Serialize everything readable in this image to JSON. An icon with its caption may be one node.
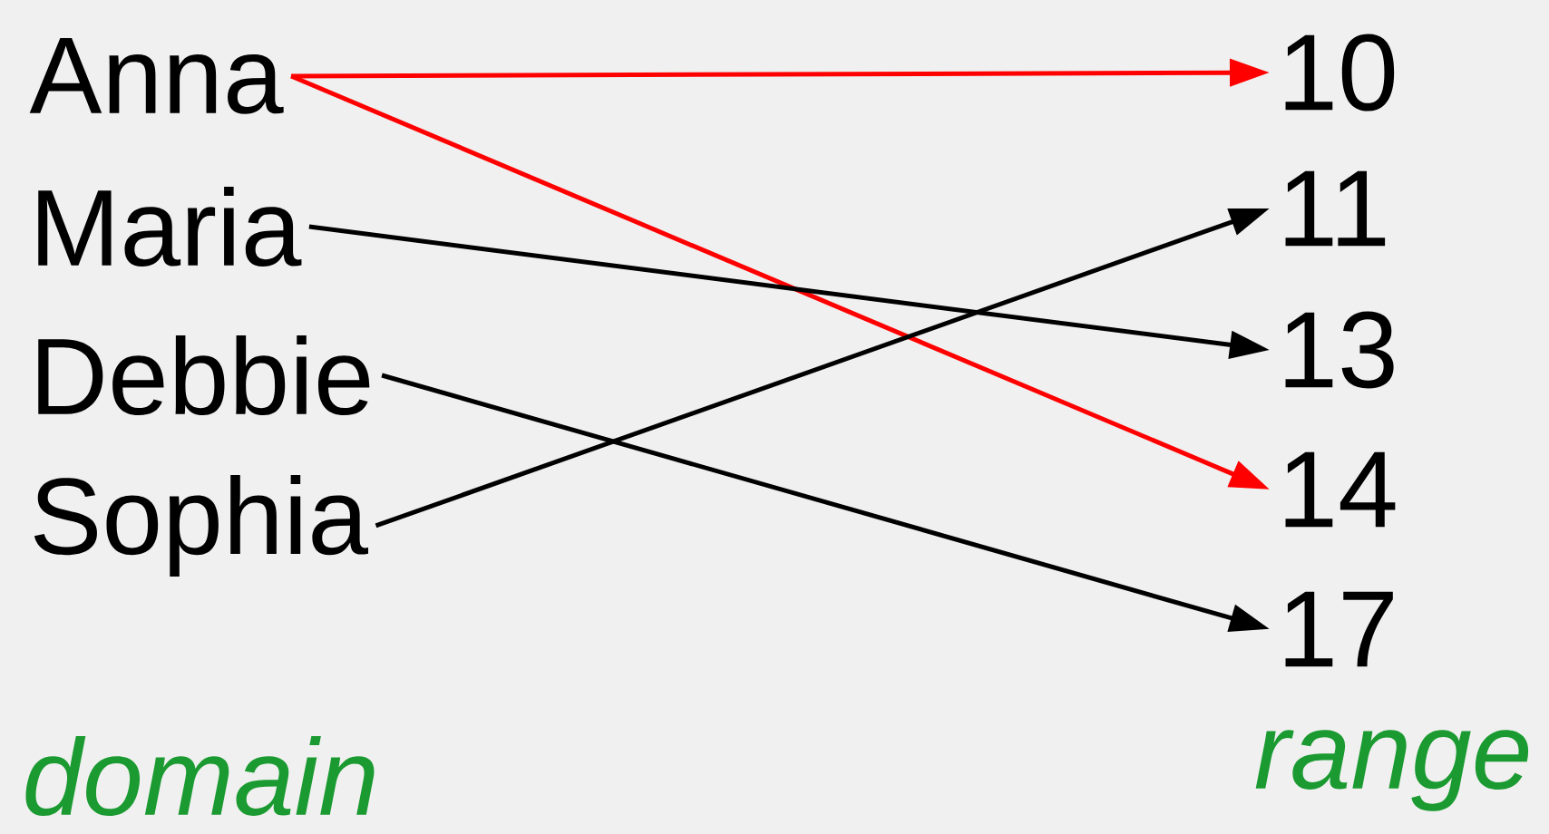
{
  "diagram": {
    "nodes": [
      {
        "text": [
          "Anna"
        ]
      },
      {
        "text": [
          "Maria"
        ]
      },
      {
        "text": [
          "Debbie"
        ]
      },
      {
        "text": [
          "Sophia"
        ]
      },
      {
        "text": [
          "10"
        ]
      },
      {
        "text": [
          "11"
        ]
      },
      {
        "text": [
          "13"
        ]
      },
      {
        "text": [
          "14"
        ]
      },
      {
        "text": [
          "17"
        ]
      }
    ],
    "edges": [
      {
        "from": 0,
        "to": 4,
        "arrow": "to",
        "color": "#ff0000"
      },
      {
        "from": 0,
        "to": 7,
        "arrow": "to",
        "color": "#ff0000"
      },
      {
        "from": 1,
        "to": 6,
        "arrow": "to"
      },
      {
        "from": 2,
        "to": 8,
        "arrow": "to"
      },
      {
        "from": 3,
        "to": 5,
        "arrow": "to"
      }
    ],
    "labels": [
      "domain",
      "range"
    ]
  }
}
